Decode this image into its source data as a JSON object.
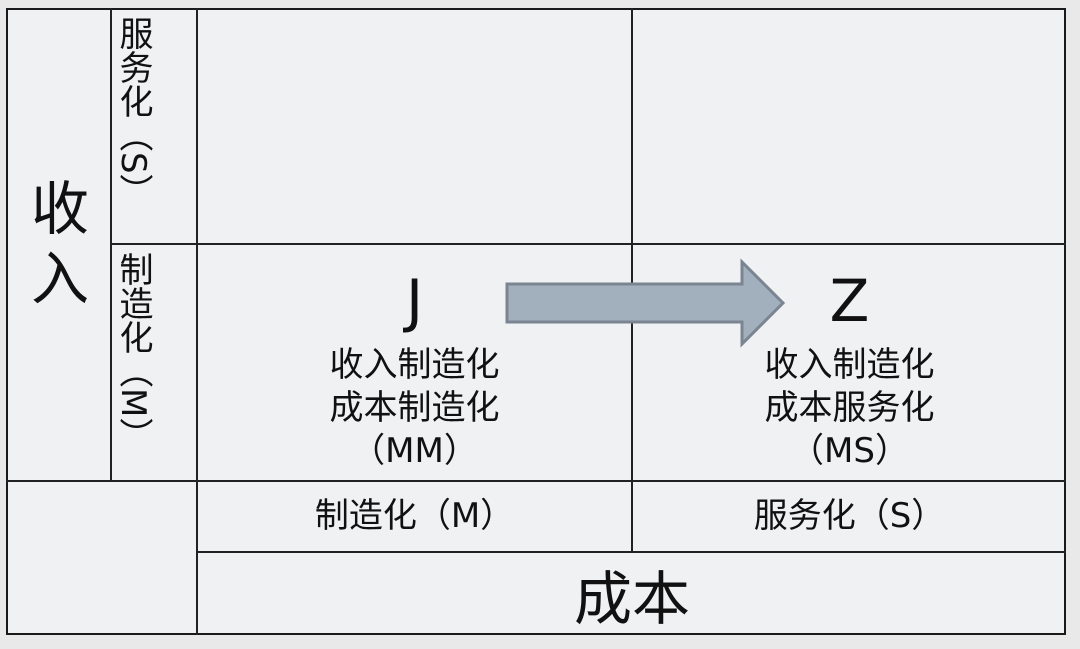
{
  "axis_labels": {
    "vertical": "收入",
    "horizontal": "成本"
  },
  "row_labels": [
    "服务化（S）",
    "制造化（M）"
  ],
  "column_labels": [
    "制造化（M）",
    "服务化（S）"
  ],
  "cells": [
    {
      "letter": "J",
      "lines": [
        "收入制造化",
        "成本制造化",
        "（MM）"
      ]
    },
    {
      "letter": "Z",
      "lines": [
        "收入制造化",
        "成本服务化",
        "（MS）"
      ]
    }
  ],
  "colors": {
    "background": "#f0f1f3",
    "arrow_fill": "#a2afbd",
    "arrow_stroke": "#7a8591",
    "line": "#222222"
  }
}
